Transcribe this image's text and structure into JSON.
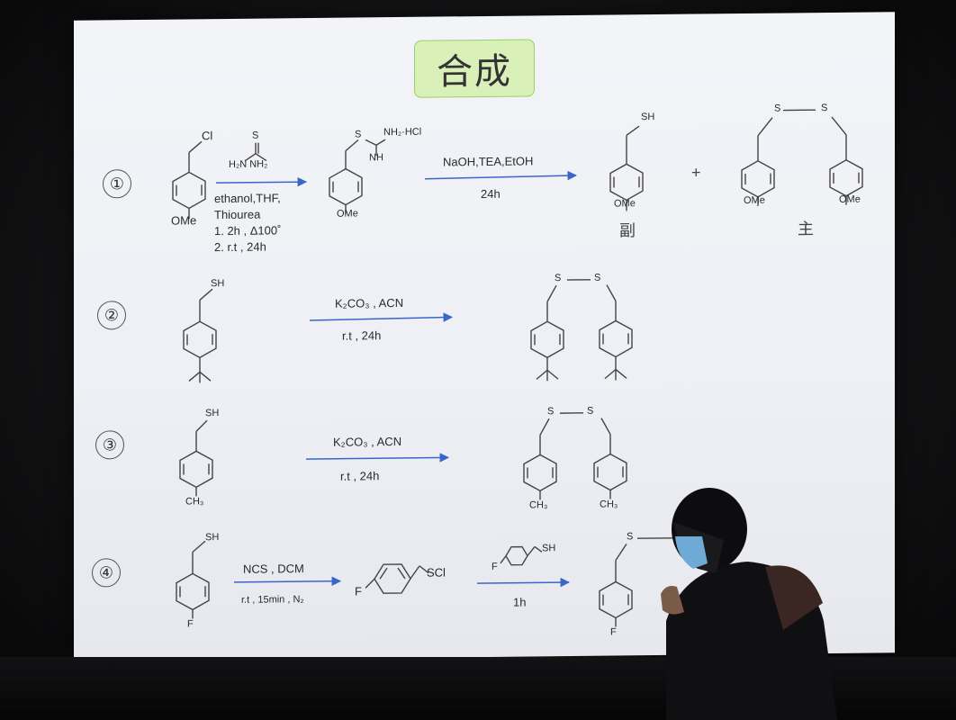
{
  "slide": {
    "title": "合成",
    "reactions": [
      {
        "number": "①",
        "reactant": {
          "substituent_top": "Cl",
          "substituent_bottom": "OMe"
        },
        "reagent_label": "H₂N  NH₂",
        "reagent_atom": "S",
        "conditions": [
          "ethanol,THF,",
          "Thiourea",
          "1.   2h , Δ100˚",
          "2.   r.t , 24h"
        ],
        "intermediate": {
          "atom_s": "S",
          "group": "NH₂·HCl",
          "nh": "NH",
          "substituent_bottom": "OMe"
        },
        "conditions2_top": "NaOH,TEA,EtOH",
        "conditions2_bottom": "24h",
        "product_minor": {
          "top": "SH",
          "bottom": "OMe",
          "label": "副"
        },
        "plus": "+",
        "product_major": {
          "s1": "S",
          "s2": "S",
          "bottom_left": "OMe",
          "bottom_right": "OMe",
          "label": "主"
        }
      },
      {
        "number": "②",
        "reactant": {
          "substituent_top": "SH"
        },
        "conditions_top": "K₂CO₃  ,  ACN",
        "conditions_bottom": "r.t   ,   24h",
        "product": {
          "s1": "S",
          "s2": "S"
        }
      },
      {
        "number": "③",
        "reactant": {
          "substituent_top": "SH",
          "substituent_bottom": "CH₃"
        },
        "conditions_top": "K₂CO₃  ,  ACN",
        "conditions_bottom": "r.t   ,   24h",
        "product": {
          "s1": "S",
          "s2": "S",
          "bottom_left": "CH₃",
          "bottom_right": "CH₃"
        }
      },
      {
        "number": "④",
        "reactant": {
          "substituent_top": "SH",
          "substituent_bottom": "F"
        },
        "conditions_top": "NCS , DCM",
        "conditions_bottom": "r.t , 15min , N₂",
        "intermediate": {
          "left": "F",
          "right": "SCl"
        },
        "reagent2": {
          "left": "F",
          "right": "SH"
        },
        "conditions2_bottom": "1h",
        "product": {
          "s1": "S",
          "bottom": "F"
        }
      }
    ]
  },
  "colors": {
    "arrow": "#3a66c8",
    "bond": "#444444",
    "title_bg": "#d9f0b8"
  }
}
